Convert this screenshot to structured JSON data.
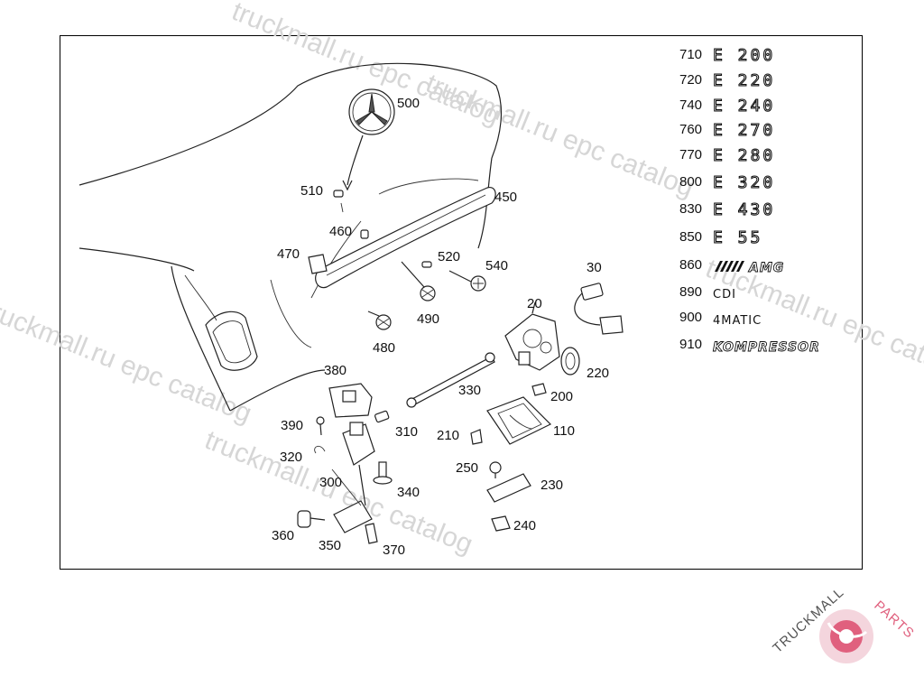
{
  "callouts": {
    "c500": "500",
    "c510": "510",
    "c460": "460",
    "c450": "450",
    "c470": "470",
    "c520": "520",
    "c540": "540",
    "c490": "490",
    "c480": "480",
    "c380": "380",
    "c390": "390",
    "c310": "310",
    "c320": "320",
    "c300": "300",
    "c340": "340",
    "c360": "360",
    "c350": "350",
    "c370": "370",
    "c330": "330",
    "c20": "20",
    "c30": "30",
    "c220": "220",
    "c200": "200",
    "c210": "210",
    "c110": "110",
    "c250": "250",
    "c230": "230",
    "c240": "240"
  },
  "legend": [
    {
      "code": "710",
      "badge": "E 200"
    },
    {
      "code": "720",
      "badge": "E 220"
    },
    {
      "code": "740",
      "badge": "E 240"
    },
    {
      "code": "760",
      "badge": "E 270"
    },
    {
      "code": "770",
      "badge": "E 280"
    },
    {
      "code": "800",
      "badge": "E 320"
    },
    {
      "code": "830",
      "badge": "E 430"
    },
    {
      "code": "850",
      "badge": "E 55"
    },
    {
      "code": "860",
      "badge": "AMG"
    },
    {
      "code": "890",
      "badge": "CDI"
    },
    {
      "code": "900",
      "badge": "4MATIC"
    },
    {
      "code": "910",
      "badge": "KOMPRESSOR"
    }
  ],
  "watermark": {
    "text1": "truckmall.ru epc catalog",
    "text2": "truckmall.ru epc catalog",
    "text3": "truckmall.ru epc catalog",
    "text4": "truckmall.ru epc catalog",
    "text5": "truckmall.ru epc catalog"
  },
  "logo": {
    "brand": "TRUCKMALL",
    "accent": "PARTS"
  },
  "colors": {
    "accent": "#e0607e",
    "watermark": "#d6d6d6"
  }
}
